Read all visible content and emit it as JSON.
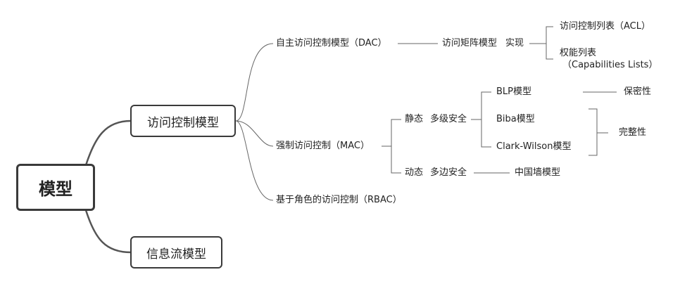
{
  "root": "模型",
  "level1": {
    "access": "访问控制模型",
    "infoflow": "信息流模型"
  },
  "dac": {
    "label": "自主访问控制模型（DAC）",
    "matrix": "访问矩阵模型",
    "impl": "实现",
    "acl": "访问控制列表（ACL）",
    "cap_line1": "权能列表",
    "cap_line2": "（Capabilities Lists）"
  },
  "mac": {
    "label": "强制访问控制（MAC）",
    "static": "静态",
    "multilevel": "多级安全",
    "blp": "BLP模型",
    "confidentiality": "保密性",
    "biba": "Biba模型",
    "clark": "Clark-Wilson模型",
    "integrity": "完整性",
    "dynamic": "动态",
    "multilateral": "多边安全",
    "chinese_wall": "中国墙模型"
  },
  "rbac": {
    "label": "基于角色的访问控制（RBAC）"
  }
}
